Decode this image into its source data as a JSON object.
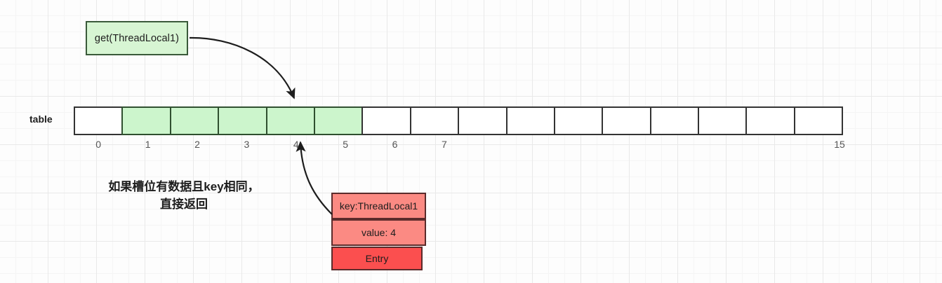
{
  "diagram": {
    "title_note_lines": [
      "如果槽位有数据且key相同，",
      "直接返回"
    ],
    "call_box": {
      "label": "get(ThreadLocal1)"
    },
    "table": {
      "label": "table",
      "cells": [
        {
          "index": "0",
          "filled": false
        },
        {
          "index": "1",
          "filled": true
        },
        {
          "index": "2",
          "filled": true
        },
        {
          "index": "3",
          "filled": true
        },
        {
          "index": "4",
          "filled": true
        },
        {
          "index": "5",
          "filled": true
        },
        {
          "index": "6",
          "filled": false
        },
        {
          "index": "7",
          "filled": false
        },
        {
          "index": "",
          "filled": false
        },
        {
          "index": "",
          "filled": false
        },
        {
          "index": "",
          "filled": false
        },
        {
          "index": "",
          "filled": false
        },
        {
          "index": "",
          "filled": false
        },
        {
          "index": "",
          "filled": false
        },
        {
          "index": "",
          "filled": false
        },
        {
          "index": "15",
          "filled": false
        }
      ]
    },
    "entry": {
      "key_label": "key:ThreadLocal1",
      "value_label": "value: 4",
      "type_label": "Entry"
    },
    "colors": {
      "green_fill": "#ccf5cc",
      "green_border": "#2f4f2f",
      "entry_fill": "#fb8a83",
      "entry_label_fill": "#fb4f4f",
      "entry_border": "#5b2b2b",
      "cell_border": "#333333",
      "arrow": "#1d1d1d",
      "grid_minor": "#f5f5f5",
      "grid_major": "#e9e9e9"
    }
  }
}
